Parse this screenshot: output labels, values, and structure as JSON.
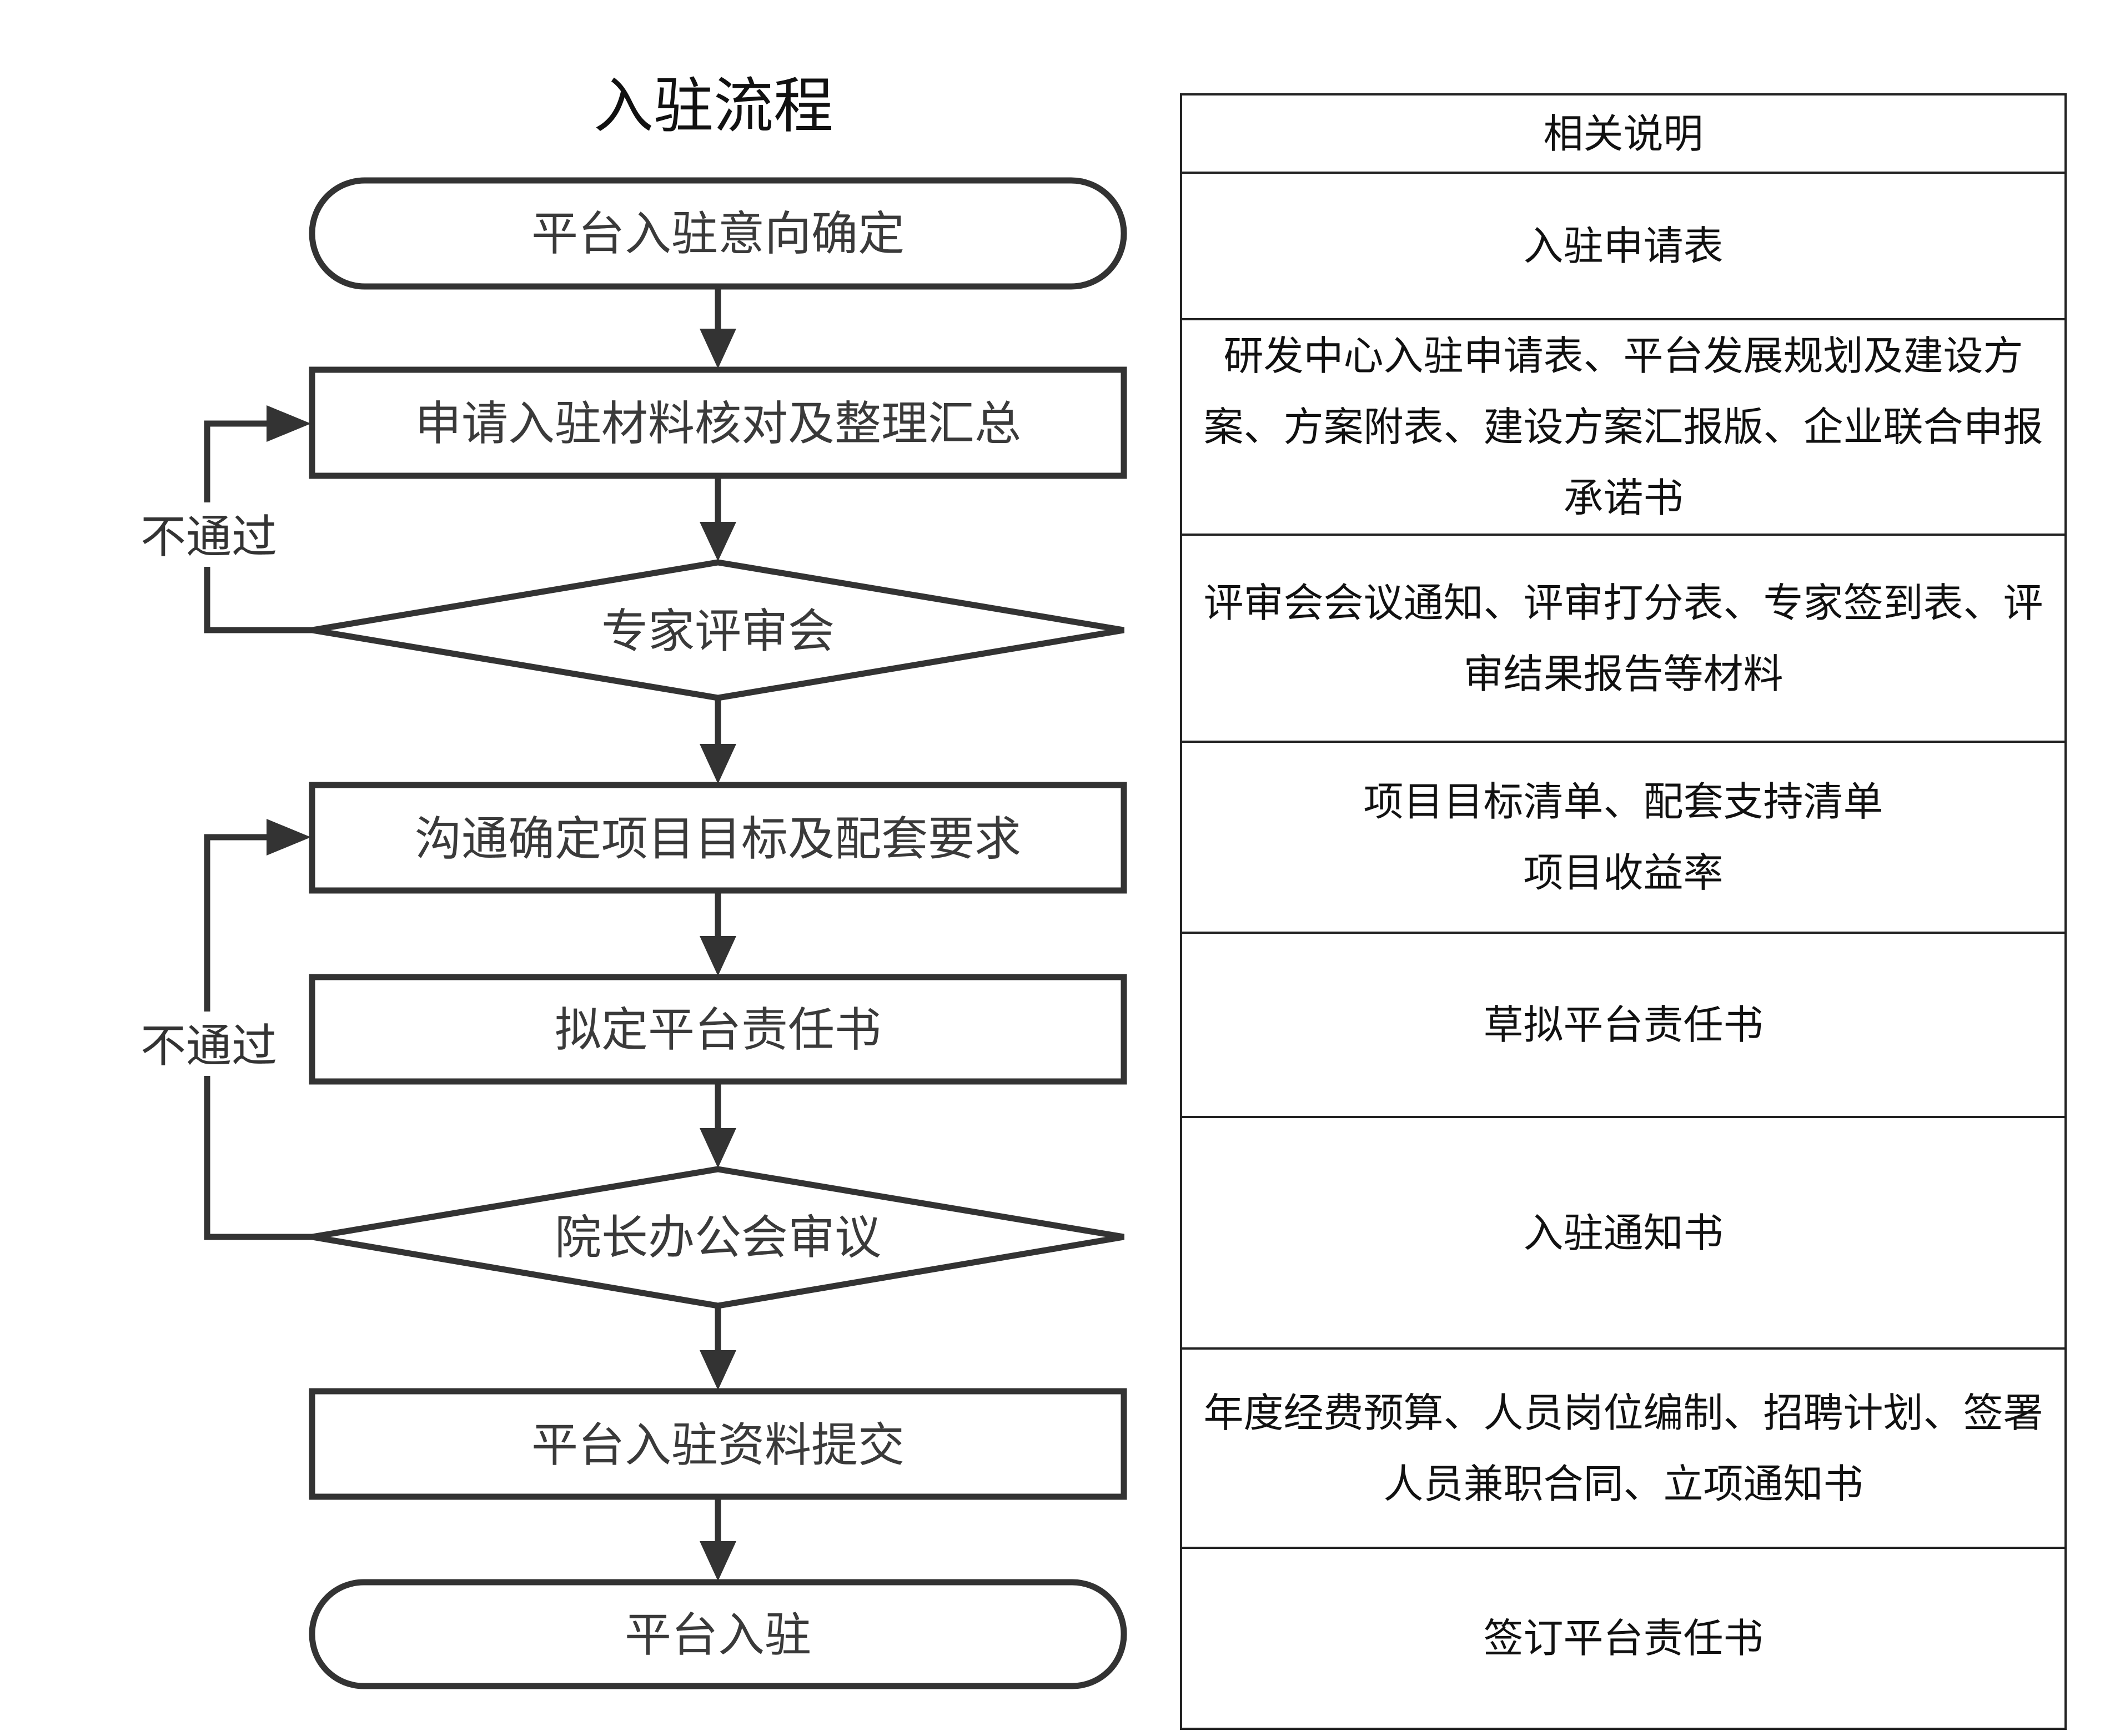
{
  "flow": {
    "title": "入驻流程",
    "steps": [
      {
        "id": "s1",
        "shape": "terminal",
        "label": "平台入驻意向确定"
      },
      {
        "id": "s2",
        "shape": "process",
        "label": "申请入驻材料核对及整理汇总"
      },
      {
        "id": "s3",
        "shape": "decision",
        "label": "专家评审会"
      },
      {
        "id": "s4",
        "shape": "process",
        "label": "沟通确定项目目标及配套要求"
      },
      {
        "id": "s5",
        "shape": "process",
        "label": "拟定平台责任书"
      },
      {
        "id": "s6",
        "shape": "decision",
        "label": "院长办公会审议"
      },
      {
        "id": "s7",
        "shape": "process",
        "label": "平台入驻资料提交"
      },
      {
        "id": "s8",
        "shape": "terminal",
        "label": "平台入驻"
      }
    ],
    "edges": [
      {
        "from": "s1",
        "to": "s2"
      },
      {
        "from": "s2",
        "to": "s3"
      },
      {
        "from": "s3",
        "to": "s4"
      },
      {
        "from": "s4",
        "to": "s5"
      },
      {
        "from": "s5",
        "to": "s6"
      },
      {
        "from": "s6",
        "to": "s7"
      },
      {
        "from": "s7",
        "to": "s8"
      },
      {
        "from": "s3",
        "to": "s2",
        "label": "不通过"
      },
      {
        "from": "s6",
        "to": "s4",
        "label": "不通过"
      }
    ]
  },
  "notes": {
    "header": "相关说明",
    "rows": [
      {
        "lines": [
          "入驻申请表"
        ]
      },
      {
        "lines": [
          "研发中心入驻申请表、平台发展规划及建设方",
          "案、方案附表、建设方案汇报版、企业联合申报",
          "承诺书"
        ]
      },
      {
        "lines": [
          "评审会会议通知、评审打分表、专家签到表、评",
          "审结果报告等材料"
        ]
      },
      {
        "lines": [
          "项目目标清单、配套支持清单",
          "项目收益率"
        ]
      },
      {
        "lines": [
          "草拟平台责任书"
        ]
      },
      {
        "lines": [
          "入驻通知书"
        ]
      },
      {
        "lines": [
          "年度经费预算、人员岗位编制、招聘计划、签署",
          "人员兼职合同、立项通知书"
        ]
      },
      {
        "lines": [
          "签订平台责任书"
        ]
      }
    ]
  }
}
